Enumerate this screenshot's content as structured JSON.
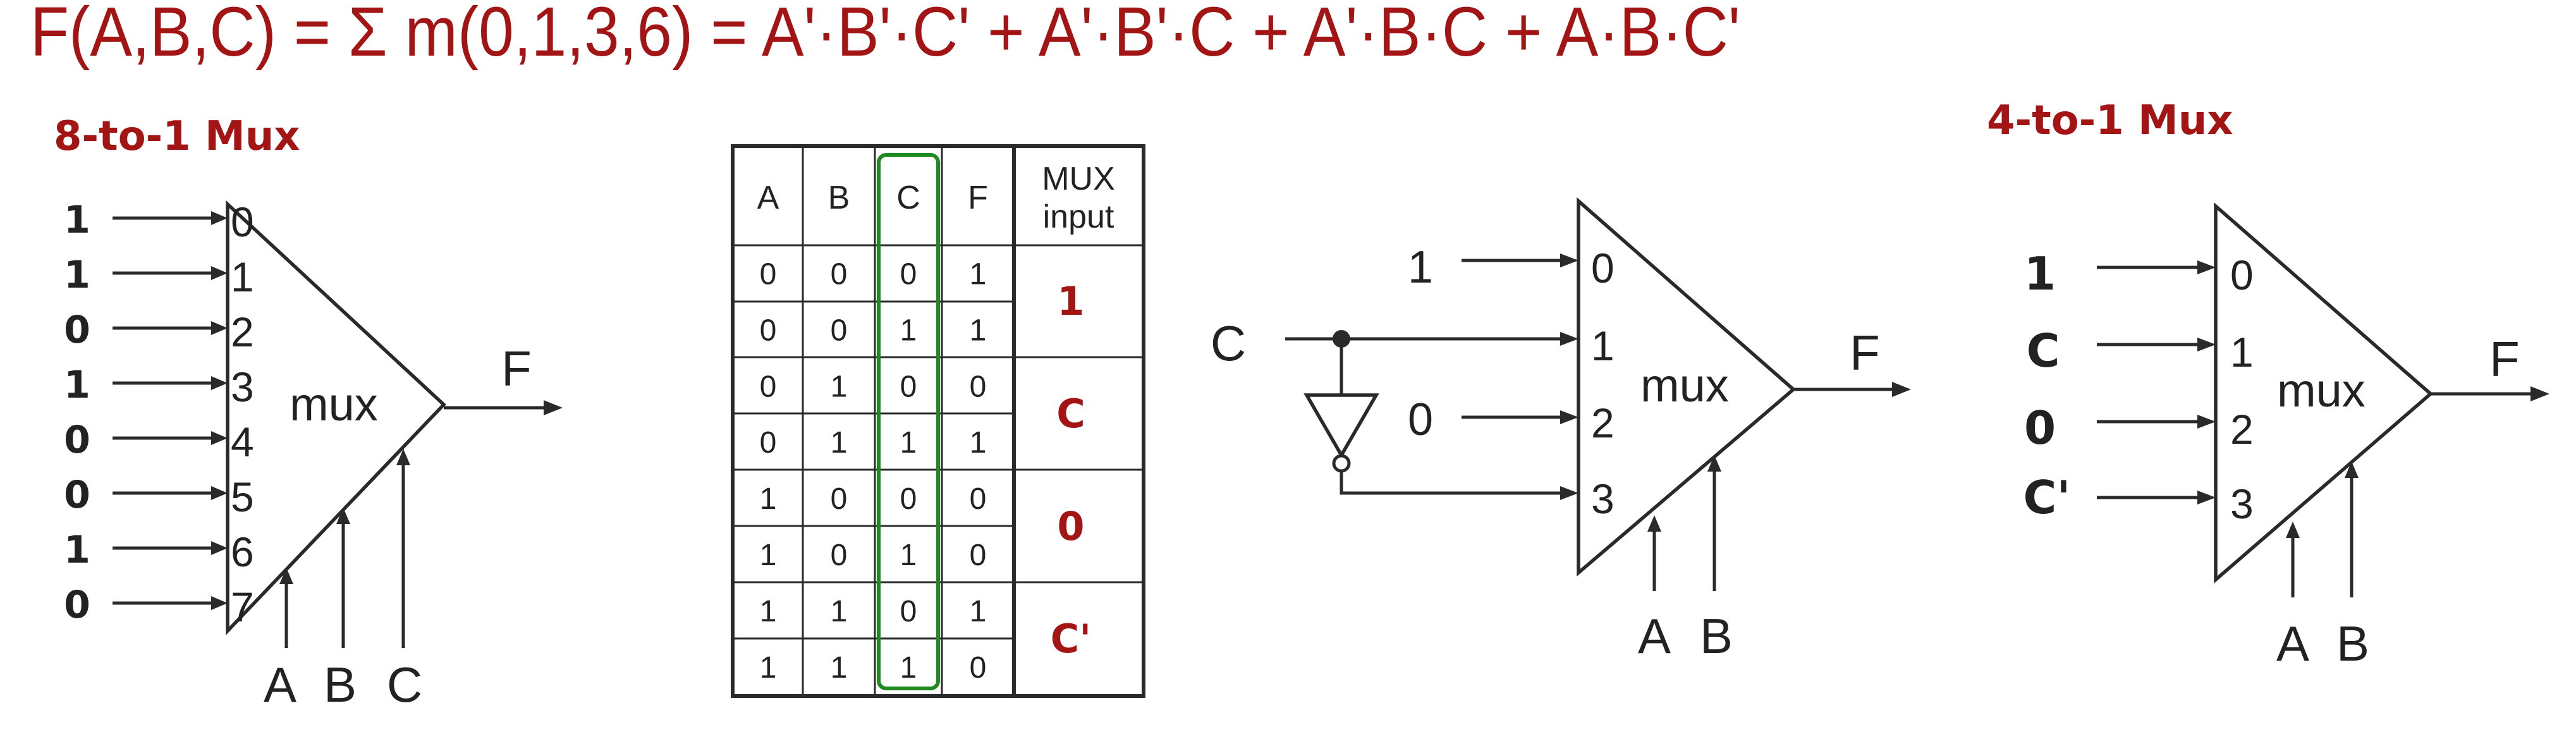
{
  "equation": "F(A,B,C) = Σ m(0,1,3,6) = A'·B'·C' + A'·B'·C + A'·B·C + A·B·C'",
  "colors": {
    "title_red": "#a31515",
    "line": "#2a2a2a",
    "highlight": "#1f8a1f"
  },
  "mux8": {
    "title": "8-to-1 Mux",
    "inputs": [
      "1",
      "1",
      "0",
      "1",
      "0",
      "0",
      "1",
      "0"
    ],
    "pins": [
      "0",
      "1",
      "2",
      "3",
      "4",
      "5",
      "6",
      "7"
    ],
    "body": "mux",
    "output": "F",
    "selects": [
      "A",
      "B",
      "C"
    ]
  },
  "truth_table": {
    "headers": [
      "A",
      "B",
      "C",
      "F"
    ],
    "mux_header": [
      "MUX",
      "input"
    ],
    "rows": [
      [
        "0",
        "0",
        "0",
        "1"
      ],
      [
        "0",
        "0",
        "1",
        "1"
      ],
      [
        "0",
        "1",
        "0",
        "0"
      ],
      [
        "0",
        "1",
        "1",
        "1"
      ],
      [
        "1",
        "0",
        "0",
        "0"
      ],
      [
        "1",
        "0",
        "1",
        "0"
      ],
      [
        "1",
        "1",
        "0",
        "1"
      ],
      [
        "1",
        "1",
        "1",
        "0"
      ]
    ],
    "mux_inputs": [
      "1",
      "C",
      "0",
      "C'"
    ]
  },
  "mux4_circuit": {
    "c_input": "C",
    "const_inputs": [
      "1",
      "0"
    ],
    "pins": [
      "0",
      "1",
      "2",
      "3"
    ],
    "body": "mux",
    "output": "F",
    "selects": [
      "A",
      "B"
    ]
  },
  "mux4": {
    "title": "4-to-1 Mux",
    "inputs": [
      "1",
      "C",
      "0",
      "C'"
    ],
    "pins": [
      "0",
      "1",
      "2",
      "3"
    ],
    "body": "mux",
    "output": "F",
    "selects": [
      "A",
      "B"
    ]
  }
}
